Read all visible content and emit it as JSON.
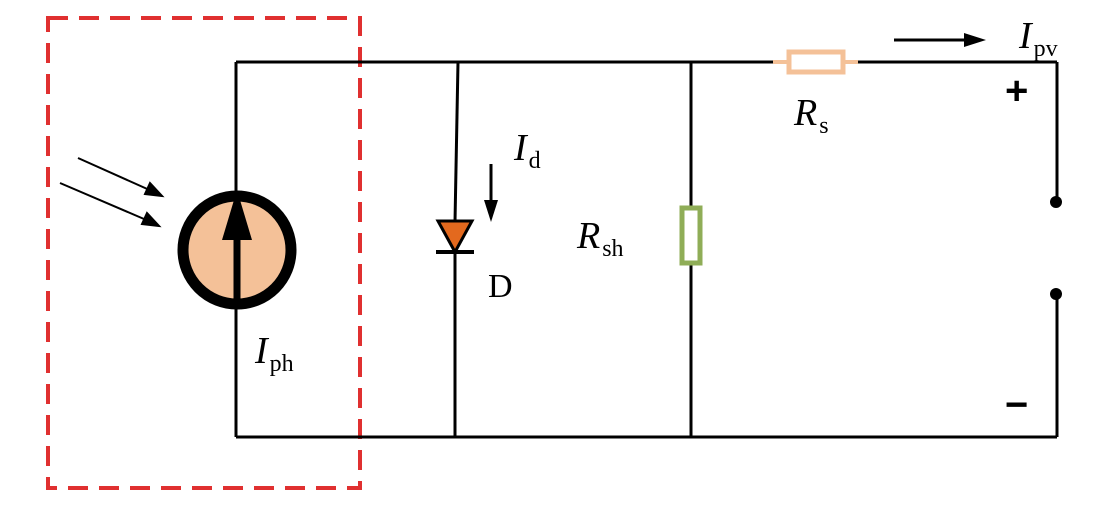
{
  "labels": {
    "iph_main": "I",
    "iph_sub": "ph",
    "id_main": "I",
    "id_sub": "d",
    "diode": "D",
    "rsh_main": "R",
    "rsh_sub": "sh",
    "rs_main": "R",
    "rs_sub": "s",
    "ipv_main": "I",
    "ipv_sub": "pv",
    "plus": "+",
    "minus": "−"
  },
  "colors": {
    "wire": "#000000",
    "source_fill": "#f4c198",
    "diode_fill": "#e3691e",
    "shunt_resistor": "#8fad57",
    "series_resistor": "#f4c198",
    "dashed_box": "#e03030"
  }
}
